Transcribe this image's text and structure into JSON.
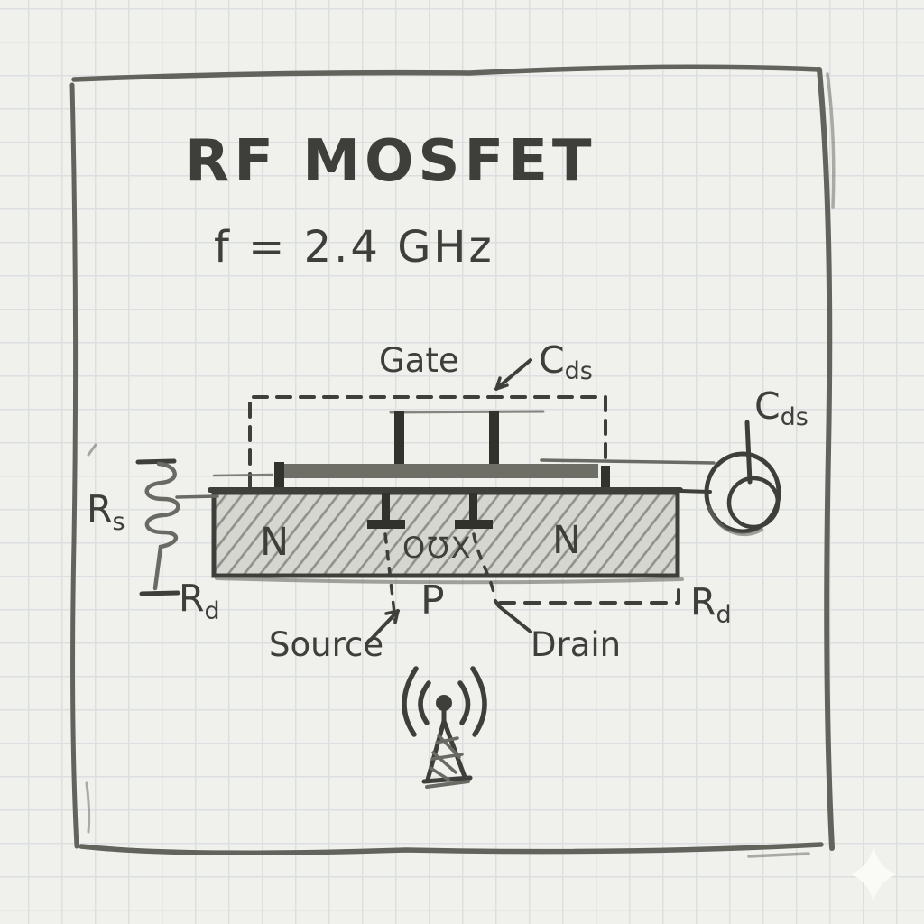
{
  "page": {
    "title": "RF MOSFET",
    "subtitle": "f = 2.4 GHz"
  },
  "labels": {
    "gate": "Gate",
    "cds_top": {
      "main": "C",
      "sub": "ds"
    },
    "cds_right": {
      "main": "C",
      "sub": "ds"
    },
    "rs": {
      "main": "R",
      "sub": "s"
    },
    "rd_left": {
      "main": "R",
      "sub": "d"
    },
    "rd_right": {
      "main": "R",
      "sub": "d"
    },
    "n_left": "N",
    "n_right": "N",
    "oxide": "OƱX",
    "substrate": "P",
    "source": "Source",
    "drain": "Drain"
  },
  "icons": {
    "antenna": "antenna-icon",
    "sparkle": "sparkle-icon"
  },
  "colors": {
    "paper": "#f0f0ec",
    "grid": "#dcdfe1",
    "pencil": "#3e3e3a",
    "pencil-soft": "#6a6a65",
    "hatch-bg": "#d6d6d1",
    "hatch-line": "#90908a",
    "plate": "#6e6e67",
    "contact": "#32322d",
    "border": "#63635e",
    "sparkle": "#fafaf7"
  }
}
